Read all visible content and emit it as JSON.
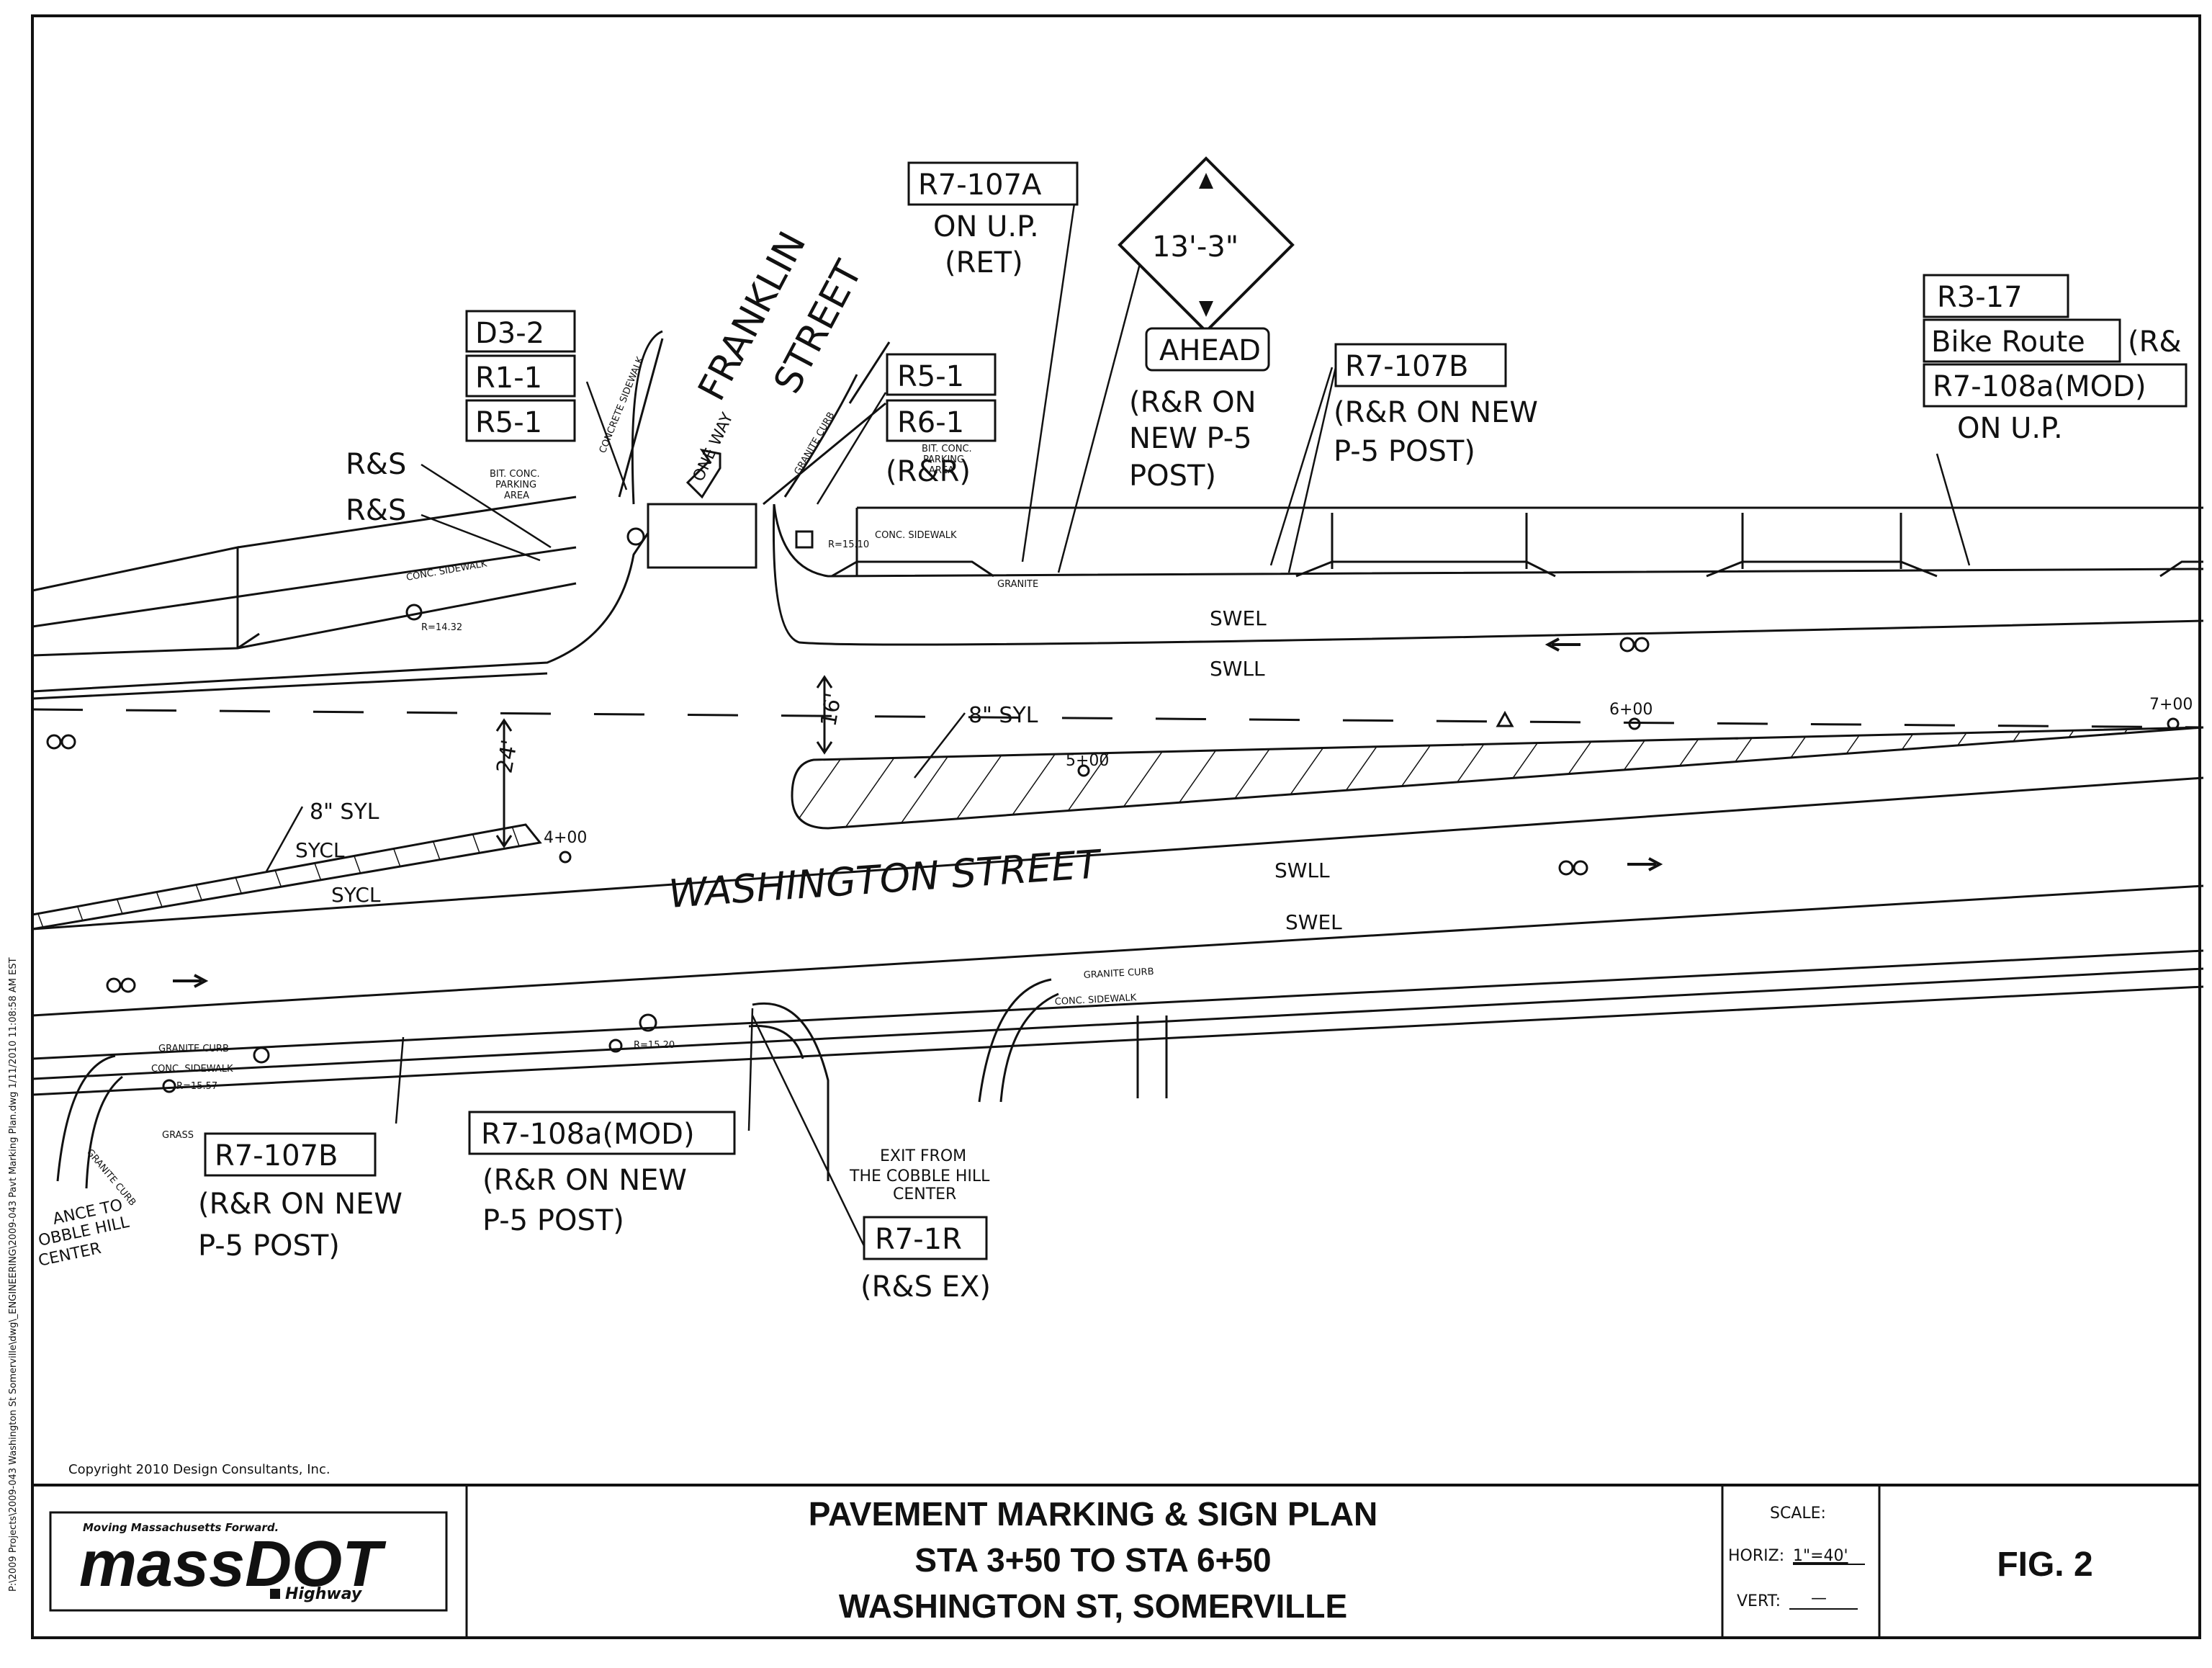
{
  "streets": {
    "franklin_1": "FRANKLIN",
    "franklin_2": "STREET",
    "washington": "WASHINGTON STREET",
    "one_way": "ONE WAY"
  },
  "signs": {
    "d3_2": "D3-2",
    "r1_1": "R1-1",
    "r5_1_left": "R5-1",
    "r_and_s_1": "R&S",
    "r_and_s_2": "R&S",
    "r5_1_right": "R5-1",
    "r6_1": "R6-1",
    "r_and_r_paren": "(R&R)",
    "r7_107a": "R7-107A",
    "r7_107a_note1": "ON U.P.",
    "r7_107a_note2": "(RET)",
    "clearance": "13'-3\"",
    "ahead": "AHEAD",
    "ahead_note1": "(R&R ON",
    "ahead_note2": "NEW P-5",
    "ahead_note3": "POST)",
    "r7_107b_top": "R7-107B",
    "r7_107b_top_note1": "(R&R ON NEW",
    "r7_107b_top_note2": "P-5 POST)",
    "r3_17": "R3-17",
    "bike_route": "Bike Route",
    "bike_route_note": "(R&",
    "r7_108a_top": "R7-108a(MOD)",
    "r7_108a_top_note": "ON U.P.",
    "r7_107b_bottom": "R7-107B",
    "r7_107b_bottom_note1": "(R&R ON NEW",
    "r7_107b_bottom_note2": "P-5 POST)",
    "r7_108a_bottom": "R7-108a(MOD)",
    "r7_108a_bottom_note1": "(R&R ON NEW",
    "r7_108a_bottom_note2": "P-5 POST)",
    "r7_1r": "R7-1R",
    "r7_1r_note": "(R&S EX)"
  },
  "markings": {
    "swel_top": "SWEL",
    "swll_top": "SWLL",
    "swll_bottom": "SWLL",
    "swel_bottom": "SWEL",
    "syl_right": "8\" SYL",
    "syl_left": "8\" SYL",
    "sycl_1": "SYCL",
    "sycl_2": "SYCL",
    "dim_16": "16'",
    "dim_24": "24'",
    "sta_4": "4+00",
    "sta_5": "5+00",
    "sta_6": "6+00",
    "sta_7": "7+00"
  },
  "notes": {
    "conc_sidewalk_1": "CONC. SIDEWALK",
    "conc_sidewalk_2": "CONC. SIDEWALK",
    "conc_sidewalk_3": "CONC. SIDEWALK",
    "conc_sidewalk_4": "CONC. SIDEWALK",
    "concrete_sidewalk": "CONCRETE SIDEWALK",
    "bit_conc_1": "BIT. CONC.",
    "bit_conc_2": "PARKING",
    "bit_conc_3": "AREA",
    "bit_conc_r1": "BIT. CONC.",
    "bit_conc_r2": "PARKING",
    "bit_conc_r3": "AREA",
    "granite_curb_1": "GRANITE CURB",
    "granite_curb_2": "GRANITE CURB",
    "granite_curb_3": "GRANITE CURB",
    "granite_curb_4": "GRANITE CURB",
    "granite": "GRANITE",
    "grass": "GRASS",
    "radius_1": "R=14.32",
    "radius_2": "R=15.20",
    "radius_3": "R=15.57",
    "radius_4": "R=15.10",
    "exit_1": "EXIT FROM",
    "exit_2": "THE COBBLE HILL",
    "exit_3": "CENTER",
    "ent_1": "ANCE TO",
    "ent_2": "OBBLE HILL",
    "ent_3": "CENTER",
    "copyright": "Copyright 2010 Design Consultants, Inc.",
    "filepath": "P:\\2009 Projects\\2009-043 Washington St Somerville\\dwg\\_ENGINEERING\\2009-043 Pavt Marking Plan.dwg 1/11/2010 11:08:58 AM EST"
  },
  "title_block": {
    "logo_tagline": "Moving Massachusetts Forward.",
    "logo_main": "massDOT",
    "logo_sub": "Highway",
    "title_1": "PAVEMENT MARKING & SIGN PLAN",
    "title_2": "STA 3+50 TO STA 6+50",
    "title_3": "WASHINGTON ST, SOMERVILLE",
    "scale_label": "SCALE:",
    "horiz_label": "HORIZ:",
    "horiz_value": "1\"=40'",
    "vert_label": "VERT:",
    "vert_value": "—",
    "fig": "FIG. 2"
  }
}
